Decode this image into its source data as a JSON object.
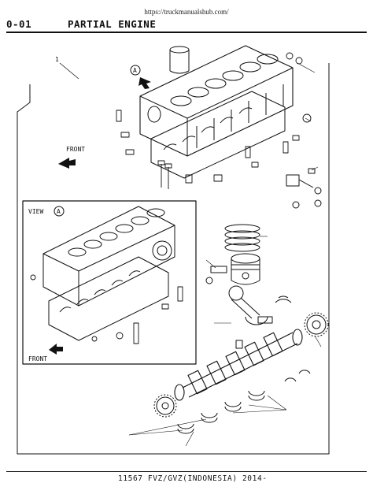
{
  "header": {
    "source_url": "https://truckmanualshub.com/",
    "section_code": "0-01",
    "title": "PARTIAL ENGINE"
  },
  "diagram": {
    "callout_number": "1",
    "view_marker": "A",
    "front_label_main": "FRONT",
    "view_label": "VIEW",
    "view_marker_inset": "A",
    "front_label_inset": "FRONT"
  },
  "footer": {
    "text": "11567 FVZ/GVZ(INDONESIA) 2014-"
  }
}
